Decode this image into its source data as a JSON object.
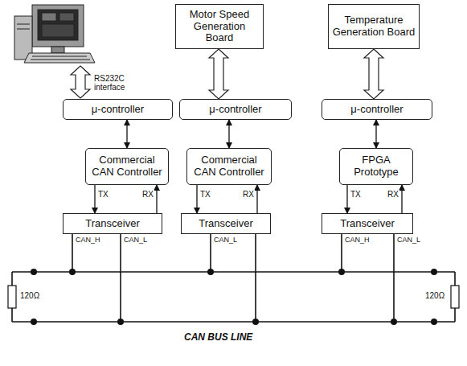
{
  "diagram": {
    "nodes": [
      {
        "text": [
          "Motor Speed Generation Board"
        ]
      },
      {
        "text": [
          "Temperature Generation Board"
        ]
      },
      {
        "text": [
          "μ-controller"
        ]
      },
      {
        "text": [
          "μ-controller"
        ]
      },
      {
        "text": [
          "μ-controller"
        ]
      },
      {
        "text": [
          "Commercial CAN Controller"
        ]
      },
      {
        "text": [
          "Commercial CAN Controller"
        ]
      },
      {
        "text": [
          "FPGA Prototype"
        ]
      },
      {
        "text": [
          "Transceiver"
        ]
      },
      {
        "text": [
          "Transceiver"
        ]
      },
      {
        "text": [
          "Transceiver"
        ]
      }
    ],
    "edges": [
      {
        "from": 0,
        "to": 3,
        "arrow": "both"
      },
      {
        "from": 1,
        "to": 4,
        "arrow": "both"
      },
      {
        "from": 2,
        "to": 5,
        "arrow": "both"
      },
      {
        "from": 3,
        "to": 6,
        "arrow": "both"
      },
      {
        "from": 4,
        "to": 7,
        "arrow": "both"
      },
      {
        "from": 5,
        "to": 8,
        "arrow": "to",
        "label": "TX"
      },
      {
        "from": 8,
        "to": 5,
        "arrow": "to",
        "label": "RX"
      },
      {
        "from": 6,
        "to": 9,
        "arrow": "to",
        "label": "TX"
      },
      {
        "from": 9,
        "to": 6,
        "arrow": "to",
        "label": "RX"
      },
      {
        "from": 7,
        "to": 10,
        "arrow": "to",
        "label": "TX"
      },
      {
        "from": 10,
        "to": 7,
        "arrow": "to",
        "label": "RX"
      }
    ],
    "labels": [
      "RS232C interface",
      "CAN_H",
      "CAN_L",
      "CAN_L",
      "CAN_H",
      "CAN_L",
      "120Ω",
      "120Ω",
      "CAN BUS LINE"
    ]
  }
}
